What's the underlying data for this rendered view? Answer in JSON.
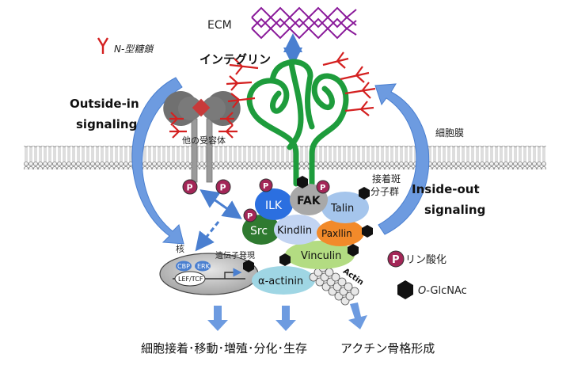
{
  "labels": {
    "ecm": "ECM",
    "n_glycan": "N-型糖鎖",
    "integrin": "インテグリン",
    "outside_in_1": "Outside-in",
    "outside_in_2": "signaling",
    "inside_out_1": "Inside-out",
    "inside_out_2": "signaling",
    "cell_membrane": "細胞膜",
    "other_receptor": "他の受容体",
    "focal_adhesion_1": "接着斑",
    "focal_adhesion_2": "分子群",
    "nucleus": "核",
    "gene_expression": "遺伝子発現",
    "phosphorylation": "リン酸化",
    "o_glcnac_prefix": "O",
    "o_glcnac_suffix": "-GlcNAc",
    "outcome_left": "細胞接着･移動･増殖･分化･生存",
    "outcome_right": "アクチン骨格形成"
  },
  "proteins": {
    "ilk": "ILK",
    "fak": "FAK",
    "talin": "Talin",
    "src": "Src",
    "kindlin": "Kindlin",
    "paxillin": "Paxllin",
    "vinculin": "Vinculin",
    "alpha_actinin": "α-actinin",
    "actin": "Actin"
  },
  "nuclear": {
    "cbp": "CBP",
    "erk": "ERK",
    "lef_tcf": "LEF/TCF"
  },
  "symbols": {
    "p": "P"
  },
  "colors": {
    "integrin": "#1e9c3c",
    "glycan": "#d42020",
    "ecm": "#8a1a9a",
    "arrow": "#5b8ed6",
    "ilk": "#2b6fe0",
    "fak": "#a8a8a8",
    "talin": "#a5c5ec",
    "src": "#2f7a30",
    "kindlin": "#c2d4f2",
    "paxillin": "#f28a2a",
    "vinculin": "#b3dc82",
    "alpha_actinin": "#9fd6e4",
    "phospho": "#a32657"
  }
}
